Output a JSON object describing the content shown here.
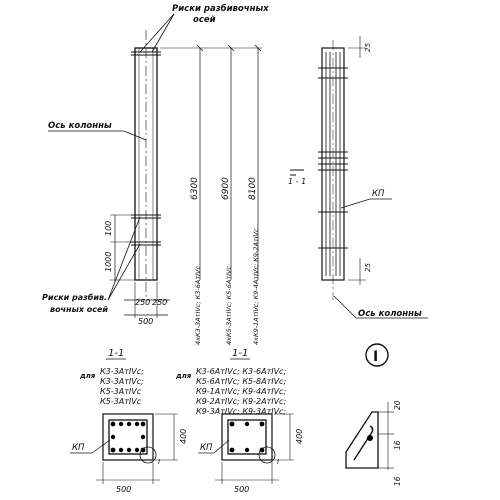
{
  "labels": {
    "setout_marks_top_1": "Риски разбивочных",
    "setout_marks_top_2": "осей",
    "column_axis_left": "Ось колонны",
    "setout_marks_bottom_1": "Риски разбив.",
    "setout_marks_bottom_2": "вочных осей",
    "column_axis_right": "Ось колонны",
    "frame_mark_right": "КП",
    "frame_mark_s1": "КП",
    "frame_mark_s2": "КП"
  },
  "dimensions": {
    "h1": "6300",
    "h2": "6900",
    "h3": "8100",
    "d_1000": "1000",
    "d_100": "100",
    "d_250a": "250",
    "d_250b": "250",
    "width_500": "500",
    "top_25": "25",
    "bottom_25": "25",
    "sec1_400": "400",
    "sec1_500": "500",
    "sec2_400": "400",
    "sec2_500": "500",
    "detail_20": "20",
    "detail_16a": "16",
    "detail_16b": "16"
  },
  "column_marks": {
    "c1": "4хК3-3АтIVс; К3-6АтIVс",
    "c2": "4хК5-3АтIVс; К5-6АтIVс",
    "c3": "4хК9-1АтIVс; К9-4АтIVс; К9-2АтIVс"
  },
  "sections": {
    "cut_mark": "1 - 1",
    "label_1": "1-1",
    "label_2": "1-1",
    "for_1": "для",
    "for_2": "для",
    "list_1": [
      "К3-3АтIVс;",
      "К3-3АтIVс;",
      "К5-3АтIVс",
      "К5-3АтIVс"
    ],
    "list_2": [
      "К3-6АтIVс; К3-6АтIVс;",
      "К5-6АтIVс; К5-8АтIVс;",
      "К9-1АтIVс; К9-4АтIVс;",
      "К9-2АтIVс; К9-2АтIVс;",
      "К9-3АтIVс; К9-3АтIVс;"
    ],
    "detail_mark": "I",
    "callout_1": "I",
    "callout_2": "I"
  }
}
